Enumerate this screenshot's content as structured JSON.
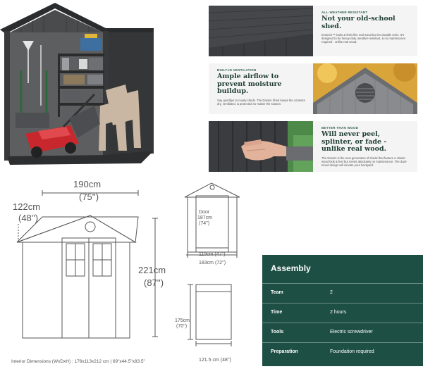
{
  "features": [
    {
      "eyebrow": "All-weather resistant",
      "title": "Not your old-school shed.",
      "body": "Evotech™ looks & feels like real wood but it's durable resin. It's designed to be heavy-duty, weather-resistant, & no maintenance required - unlike real wood."
    },
    {
      "eyebrow": "Built-in ventilation",
      "title": "Ample airflow to prevent moisture buildup.",
      "body": "Say goodbye to musty sheds. The Darwin Shed keeps the contents dry, ventilated, & protected no matter the season."
    },
    {
      "eyebrow": "Better than wood",
      "title": "Will never peel, splinter, or fade - unlike real wood.",
      "body": "The Darwin is the next generation of sheds that feature a classic wood look & feel but needs absolutely no maintenance. The dual-toned design will elevate your backyard."
    }
  ],
  "dimensions": {
    "width_cm": "190cm",
    "width_in": "(75'')",
    "roof_cm": "122cm",
    "roof_in": "(48'')",
    "height_cm": "221cm",
    "height_in": "(87'')",
    "door_label": "Door",
    "door_cm": "187cm",
    "door_in": "(74'')",
    "door_width": "119cm (47'')",
    "side_width": "183cm (72'')",
    "side_height_cm": "175cm",
    "side_height_in": "(70'')",
    "side_depth": "121.5 cm (48'')",
    "interior": "Interior Dimensions (WxDxH) : 176x113x212 cm | 69\"x44.5\"x83.5\""
  },
  "assembly": {
    "title": "Assembly",
    "rows": [
      {
        "label": "Team",
        "value": "2"
      },
      {
        "label": "Time",
        "value": "2 hours"
      },
      {
        "label": "Tools",
        "value": "Electric screwdriver"
      },
      {
        "label": "Preparation",
        "value": "Foundation required"
      }
    ]
  },
  "colors": {
    "shed_dark": "#3f4043",
    "assembly_bg": "#1d4f45",
    "title_green": "#1f3d33",
    "mower_red": "#c8282d"
  }
}
